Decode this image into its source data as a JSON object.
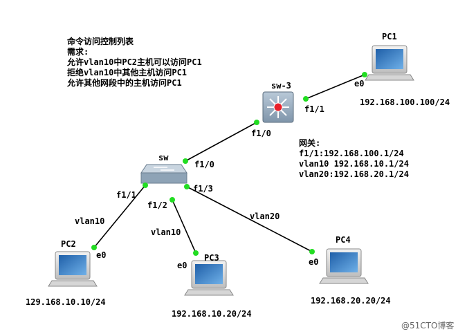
{
  "notes": {
    "requirements": [
      "命令访问控制列表",
      "需求:",
      "允许vlan10中PC2主机可以访问PC1",
      "拒绝vlan10中其他主机访问PC1",
      "允许其他网段中的主机访问PC1"
    ],
    "gateway": [
      "网关:",
      "f1/1:192.168.100.1/24",
      "vlan10 192.168.10.1/24",
      "vlan20:192.168.20.1/24"
    ]
  },
  "devices": {
    "pc1": {
      "name": "PC1",
      "iface": "e0",
      "ip": "192.168.100.100/24"
    },
    "sw3": {
      "name": "sw-3",
      "f1_1": "f1/1",
      "f1_0": "f1/0"
    },
    "sw": {
      "name": "sw",
      "f1_0": "f1/0",
      "f1_1": "f1/1",
      "f1_2": "f1/2",
      "f1_3": "f1/3"
    },
    "pc2": {
      "name": "PC2",
      "iface": "e0",
      "vlan": "vlan10",
      "ip": "129.168.10.10/24"
    },
    "pc3": {
      "name": "PC3",
      "iface": "e0",
      "vlan": "vlan10",
      "ip": "192.168.10.20/24"
    },
    "pc4": {
      "name": "PC4",
      "iface": "e0",
      "vlan": "vlan20",
      "ip": "192.168.20.20/24"
    }
  },
  "watermark": "@51CTO博客",
  "colors": {
    "link": "#000000",
    "port": "#22dd22",
    "screen": "#2f79c8"
  }
}
